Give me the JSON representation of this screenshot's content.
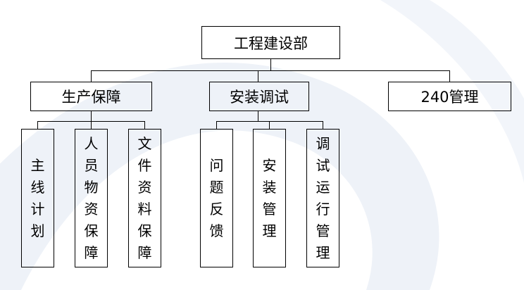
{
  "colors": {
    "line": "#000000",
    "watermark": "#eef2f8"
  },
  "root": {
    "label": "工程建设部"
  },
  "departments": [
    {
      "label": "生产保障",
      "children": [
        {
          "label": "主线计划"
        },
        {
          "label": "人员物资保障"
        },
        {
          "label": "文件资料保障"
        }
      ]
    },
    {
      "label": "安装调试",
      "children": [
        {
          "label": "问题反馈"
        },
        {
          "label": "安装管理"
        },
        {
          "label": "调试运行管理"
        }
      ]
    },
    {
      "label": "240管理",
      "children": []
    }
  ]
}
